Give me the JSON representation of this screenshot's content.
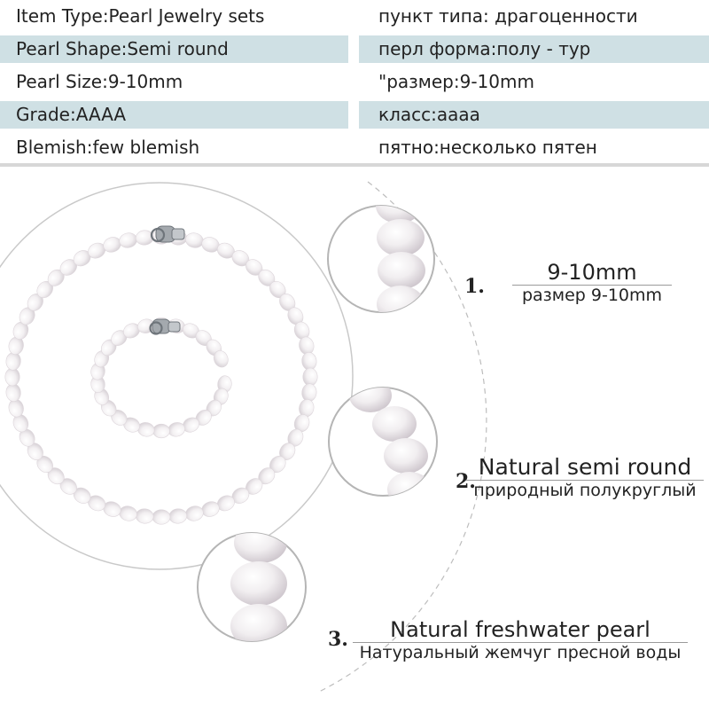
{
  "specs": [
    {
      "en": "Item Type:Pearl Jewelry sets",
      "ru": "пункт типа: драгоценности",
      "shaded": false
    },
    {
      "en": "Pearl Shape:Semi round",
      "ru": "перл форма:полу - тур",
      "shaded": true
    },
    {
      "en": "Pearl Size:9-10mm",
      "ru": "\"размер:9-10mm",
      "shaded": false
    },
    {
      "en": "Grade:AAAA",
      "ru": "класс:аааа",
      "shaded": true
    },
    {
      "en": "Blemish:few blemish",
      "ru": "пятно:несколько пятен",
      "shaded": false
    }
  ],
  "callouts": [
    {
      "num": "1.",
      "en": "9-10mm",
      "ru": "размер 9-10mm"
    },
    {
      "num": "2.",
      "en": "Natural semi round",
      "ru": "природный  полукруглый"
    },
    {
      "num": "3.",
      "en": "Natural freshwater pearl",
      "ru": "Натуральный жемчуг пресной воды"
    }
  ],
  "colors": {
    "row_shade": "#cfe0e4",
    "pearl": "#f6f4f4",
    "pearl_shadow": "#d9d4d8",
    "clasp": "#9aa0a6"
  }
}
